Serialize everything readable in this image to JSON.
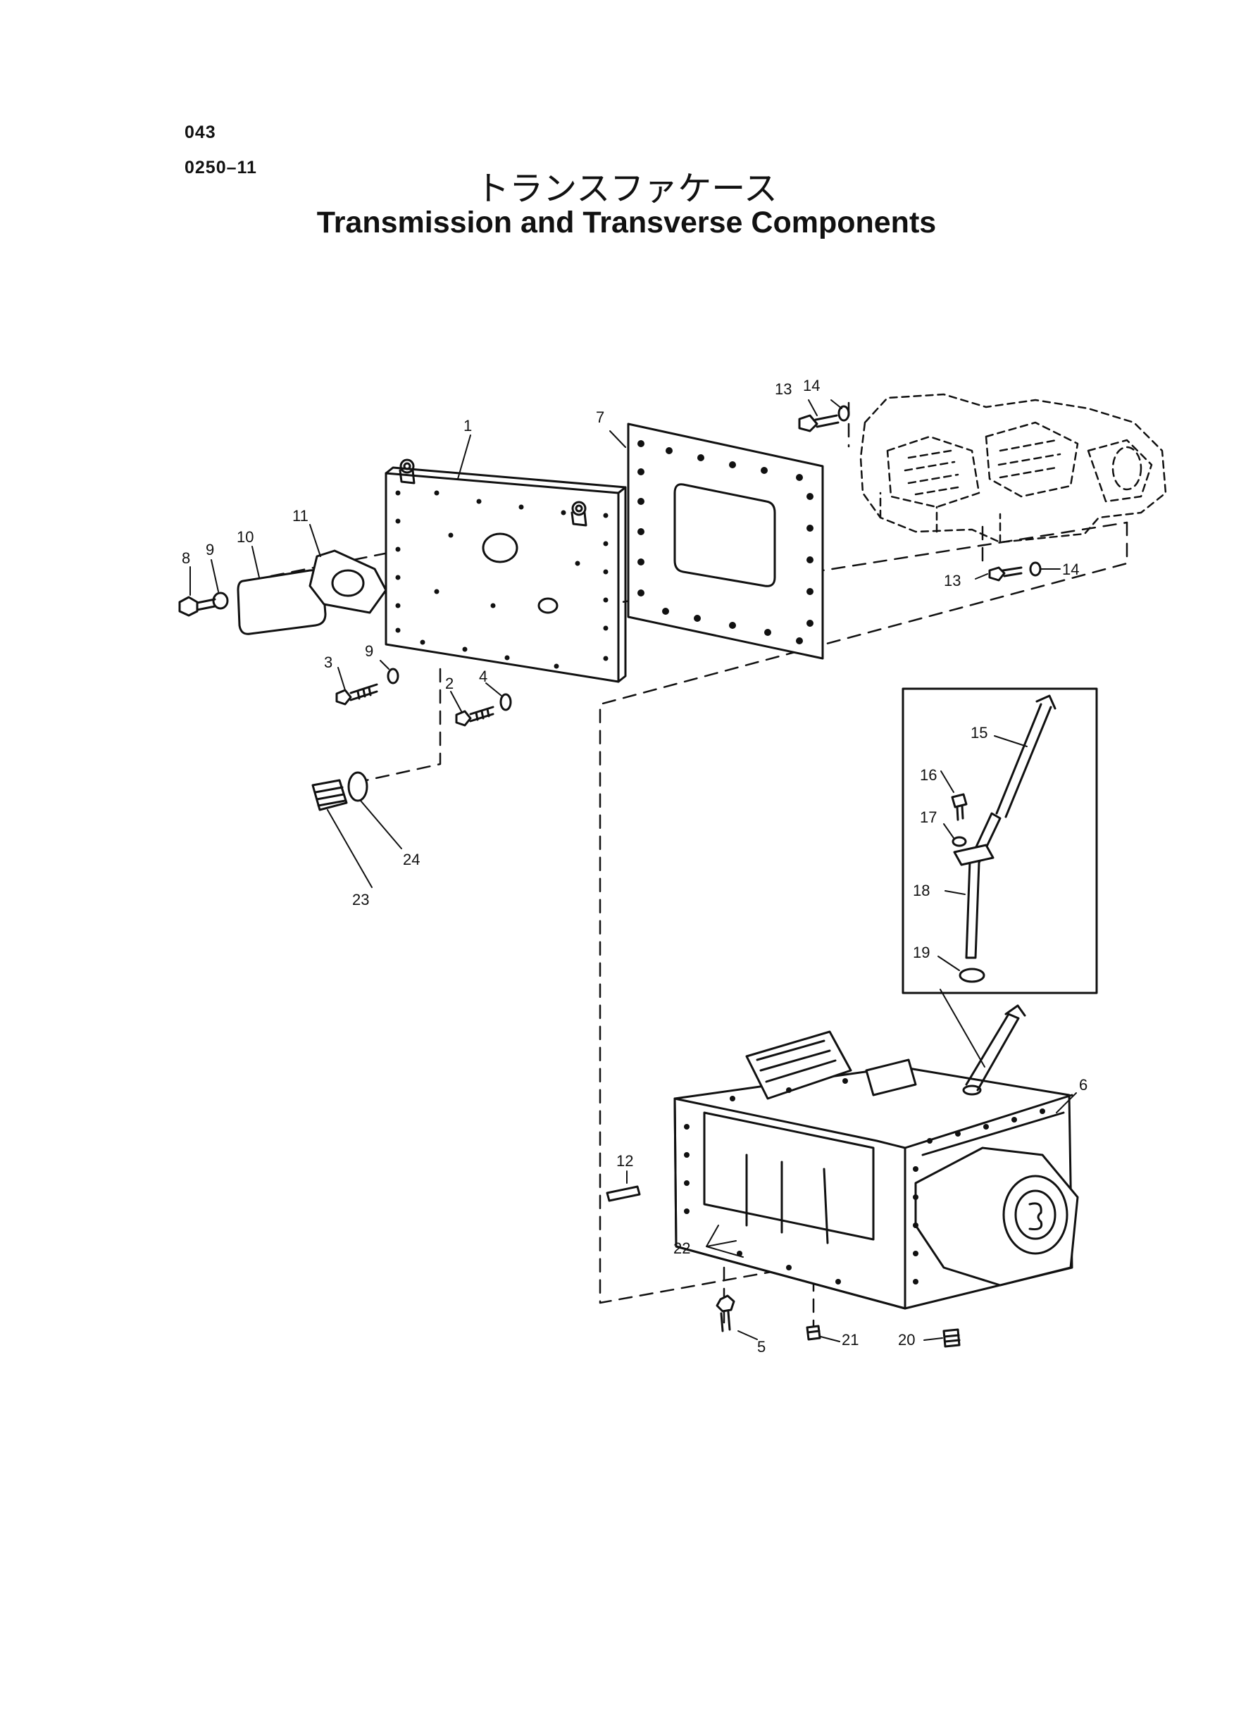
{
  "page": {
    "page_number": "043",
    "section_code": "0250–11",
    "title_jp": "トランスファケース",
    "title_en": "Transmission and Transverse Components"
  },
  "callouts": {
    "c1": "1",
    "c2": "2",
    "c3": "3",
    "c4": "4",
    "c5": "5",
    "c6": "6",
    "c7": "7",
    "c8": "8",
    "c9a": "9",
    "c9b": "9",
    "c10": "10",
    "c11": "11",
    "c12": "12",
    "c13a": "13",
    "c13b": "13",
    "c14a": "14",
    "c14b": "14",
    "c15": "15",
    "c16": "16",
    "c17": "17",
    "c18": "18",
    "c19": "19",
    "c20": "20",
    "c21": "21",
    "c22": "22",
    "c23": "23",
    "c24": "24"
  }
}
